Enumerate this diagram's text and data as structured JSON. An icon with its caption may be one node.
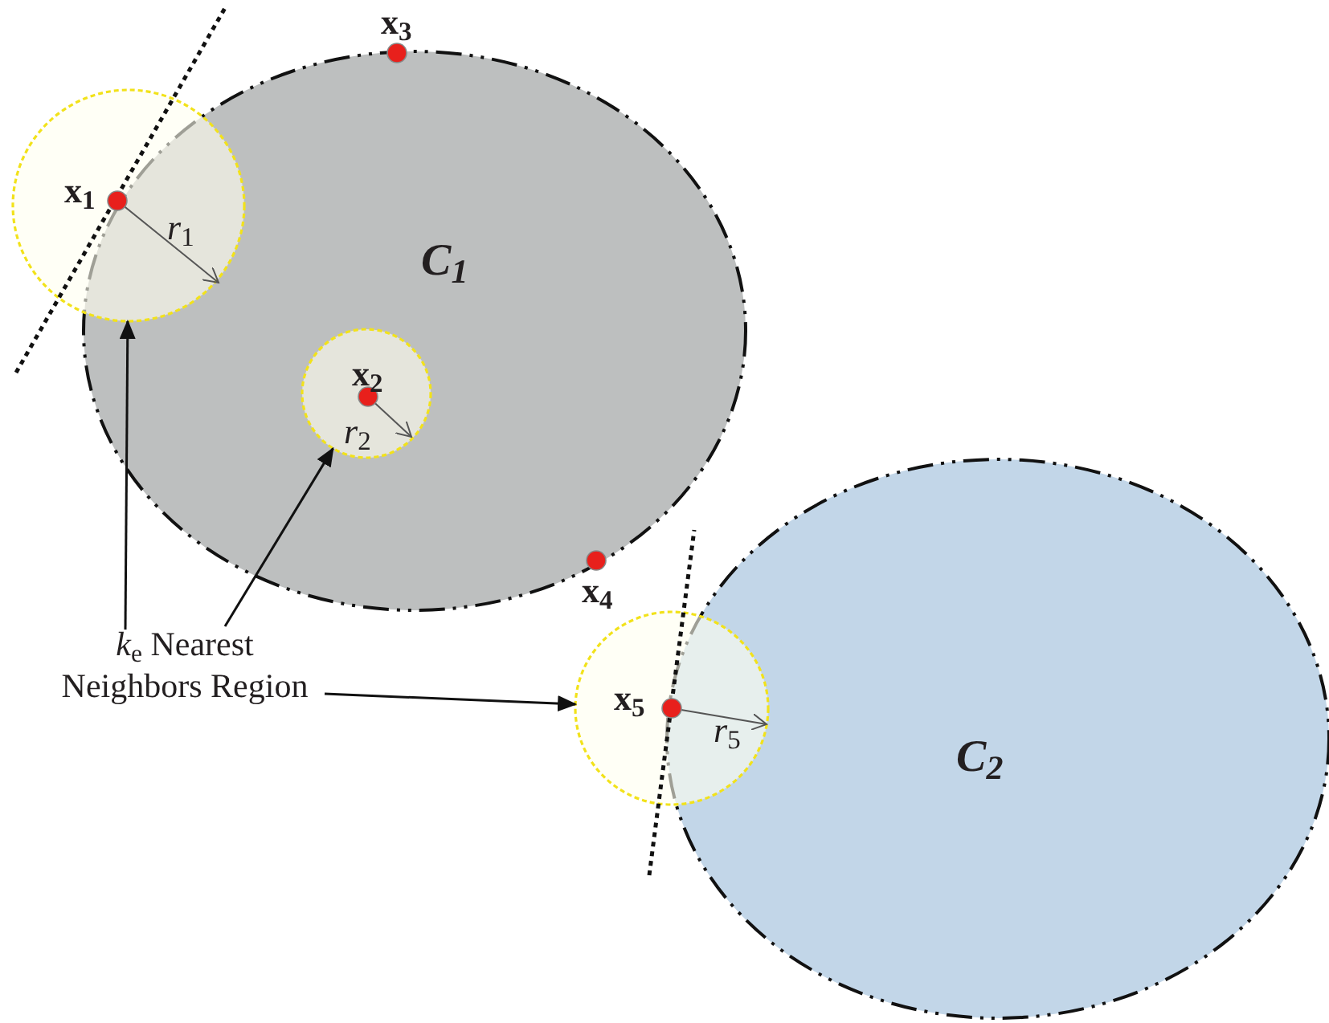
{
  "diagram": {
    "nodes": [
      {
        "text": [
          "C$_{1}$"
        ]
      },
      {
        "text": [
          "C$_{2}$"
        ]
      },
      {
        "text": [],
        "shape": "circle"
      },
      {
        "text": [],
        "shape": "circle",
        "in": 0
      },
      {
        "text": [],
        "shape": "circle"
      },
      {
        "text": [
          "*k*$_{e}$ Nearest Neighbors Region"
        ]
      }
    ],
    "edges": [
      {
        "from": 5,
        "to": 2,
        "arrow": "to"
      },
      {
        "from": 5,
        "to": 3,
        "arrow": "to"
      },
      {
        "from": 5,
        "to": 4,
        "arrow": "to"
      }
    ],
    "labels": [
      "x$_{3}$",
      "x$_{1}$",
      "*r*$_{1}$",
      "x$_{2}$",
      "*r*$_{2}$",
      "x$_{4}$",
      "x$_{5}$",
      "*r*$_{5}$"
    ]
  }
}
